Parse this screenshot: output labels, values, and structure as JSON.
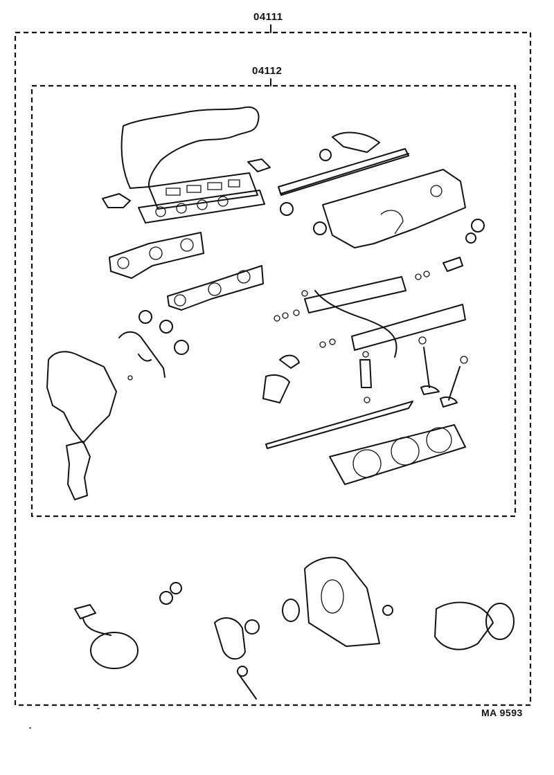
{
  "labels": {
    "outer_kit": "04111",
    "inner_kit": "04112",
    "drawing_ref": "MA 9593"
  }
}
